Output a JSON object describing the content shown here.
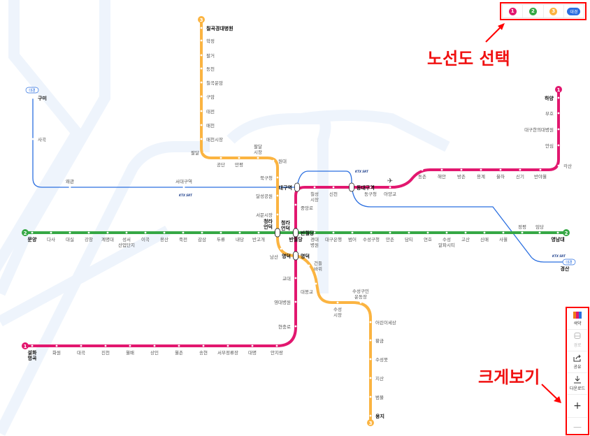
{
  "line_selector": {
    "options": [
      {
        "label": "1",
        "color": "#e2176f"
      },
      {
        "label": "2",
        "color": "#36a845"
      },
      {
        "label": "3",
        "color": "#fbb441"
      },
      {
        "label": "대경",
        "color": "#2b6fe0"
      }
    ]
  },
  "annotations": {
    "line_select": "노선도 선택",
    "zoom_view": "크게보기"
  },
  "side_panel": {
    "color_label": "색약",
    "route_label": "경로",
    "share_label": "공유",
    "download_label": "다운로드",
    "zoom_in": "+",
    "zoom_out": "—"
  },
  "badges": {
    "line1": "1",
    "line2": "2",
    "line3": "3",
    "daegyeong": "대경",
    "ktx": "KTX SRT"
  },
  "lines": {
    "line1": {
      "color": "#e2176f",
      "stations": [
        "설화 명곡",
        "화원",
        "대곡",
        "진천",
        "월배",
        "상인",
        "월촌",
        "송현",
        "서부정류장",
        "대명",
        "안지랑",
        "현충로",
        "영대병원",
        "교대",
        "명덕",
        "반월당",
        "중앙로",
        "대구역",
        "칠성 시장",
        "신천",
        "동대구역",
        "동구청",
        "아양교",
        "동촌",
        "해안",
        "방촌",
        "용계",
        "율하",
        "신기",
        "반야월",
        "각산",
        "안심",
        "대구한의대병원",
        "부호",
        "하양"
      ]
    },
    "line2": {
      "color": "#36a845",
      "stations": [
        "문양",
        "다사",
        "대실",
        "강창",
        "계명대",
        "성서 산업단지",
        "이곡",
        "용산",
        "죽전",
        "감삼",
        "두류",
        "내당",
        "반고개",
        "청라 언덕",
        "반월당",
        "경대 병원",
        "대구은행",
        "범어",
        "수성구청",
        "만촌",
        "담티",
        "연호",
        "수성 알파시티",
        "고산",
        "신매",
        "사월",
        "정평",
        "임당",
        "영남대"
      ]
    },
    "line3": {
      "color": "#fbb441",
      "stations": [
        "칠곡경대병원",
        "학정",
        "팔거",
        "동천",
        "칠곡운암",
        "구암",
        "태전",
        "매천",
        "매천시장",
        "팔달",
        "공단",
        "만평",
        "팔달 시장",
        "원대",
        "북구청",
        "달성공원",
        "서문시장",
        "청라 언덕",
        "남산",
        "명덕",
        "건들 바위",
        "대봉교",
        "수성 시장",
        "수성구민 운동장",
        "어린이세상",
        "황금",
        "수성못",
        "지산",
        "범물",
        "용지"
      ]
    },
    "daegyeong": {
      "color": "#2b6fe0",
      "stations": [
        "구미",
        "사곡",
        "왜관",
        "서대구역",
        "대구역",
        "동대구역",
        "경산"
      ]
    }
  }
}
